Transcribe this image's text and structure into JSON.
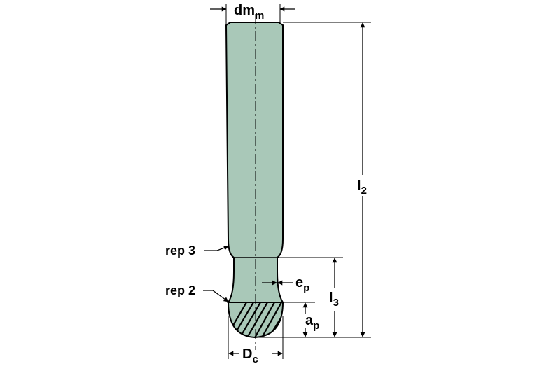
{
  "colors": {
    "tool_fill": "#a9c8b8",
    "outline": "#000000",
    "background": "#ffffff"
  },
  "labels": {
    "dm": {
      "main": "dm",
      "sub": "m"
    },
    "l2": {
      "main": "l",
      "sub": "2"
    },
    "l3": {
      "main": "l",
      "sub": "3"
    },
    "ep": {
      "main": "e",
      "sub": "p"
    },
    "ap": {
      "main": "a",
      "sub": "p"
    },
    "dc": {
      "main": "D",
      "sub": "c"
    },
    "rep3": "rep 3",
    "rep2": "rep 2"
  }
}
